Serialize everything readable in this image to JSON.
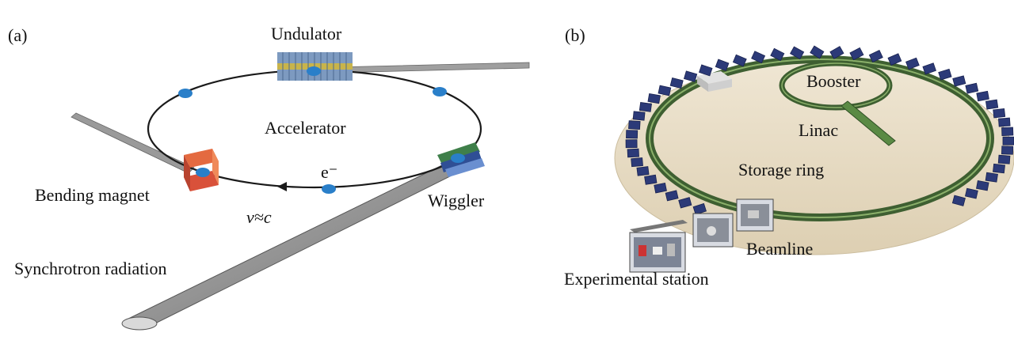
{
  "panel_a": {
    "tag": "(a)",
    "labels": {
      "undulator": "Undulator",
      "accelerator": "Accelerator",
      "electron": "e⁻",
      "bending_magnet": "Bending magnet",
      "wiggler": "Wiggler",
      "velocity": "v≈c",
      "synchrotron_radiation": "Synchrotron radiation"
    }
  },
  "panel_b": {
    "tag": "(b)",
    "labels": {
      "booster": "Booster",
      "linac": "Linac",
      "storage_ring": "Storage ring",
      "beamline": "Beamline",
      "experimental_station": "Experimental station"
    }
  },
  "colors": {
    "ring_line": "#1a1a1a",
    "node_blue": "#2a7fc9",
    "magnet_red": "#e05a3a",
    "beam_grey": "#8a8a8a",
    "floor_beige": "#e8dcc6",
    "module_navy": "#2c3a78",
    "ring_green": "#4c7a3a"
  }
}
